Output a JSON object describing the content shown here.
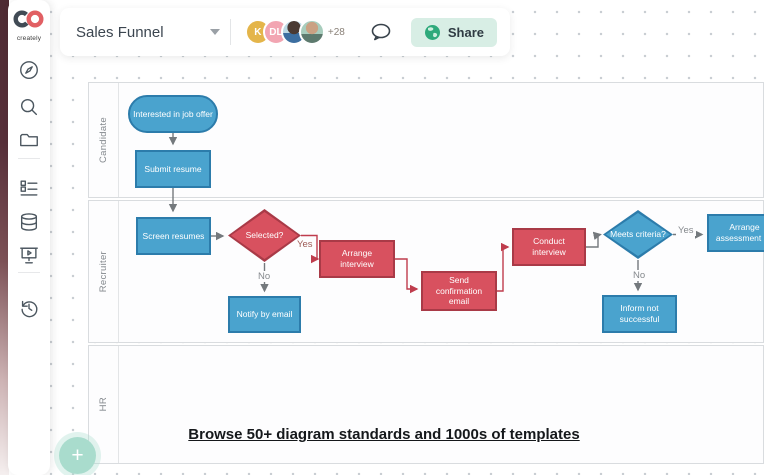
{
  "sidebar": {
    "logo_text": "creately",
    "icons": [
      {
        "name": "explore-compass-icon"
      },
      {
        "name": "search-icon"
      },
      {
        "name": "folder-icon"
      },
      {
        "name": "shapes-form-icon"
      },
      {
        "name": "database-icon"
      },
      {
        "name": "presentation-icon"
      },
      {
        "name": "history-icon"
      }
    ]
  },
  "toolbar": {
    "title": "Sales Funnel",
    "avatars": [
      {
        "initials": "K",
        "color": "#e4b54a"
      },
      {
        "initials": "DL",
        "color": "#f2a5b2"
      },
      {
        "initials": "",
        "type": "photo"
      },
      {
        "initials": "",
        "type": "photo"
      }
    ],
    "overflow_count": "+28",
    "share_label": "Share",
    "share_bg": "#d8eee5",
    "share_icon_color": "#2ea97b"
  },
  "diagram": {
    "lanes": [
      {
        "label": "Candidate"
      },
      {
        "label": "Recruiter"
      },
      {
        "label": "HR"
      }
    ],
    "nodes": [
      {
        "id": "start",
        "label": "Interested in job offer",
        "shape": "terminator",
        "theme": "blue"
      },
      {
        "id": "submit-resume",
        "label": "Submit resume",
        "shape": "process",
        "theme": "blue"
      },
      {
        "id": "screen-resumes",
        "label": "Screen resumes",
        "shape": "process",
        "theme": "blue"
      },
      {
        "id": "selected",
        "label": "Selected?",
        "shape": "decision",
        "theme": "red"
      },
      {
        "id": "arrange-interview",
        "label": "Arrange interview",
        "shape": "process",
        "theme": "red"
      },
      {
        "id": "notify-by-email",
        "label": "Notify by email",
        "shape": "process",
        "theme": "blue"
      },
      {
        "id": "send-confirmation-email",
        "label": "Send confirmation email",
        "shape": "process",
        "theme": "red"
      },
      {
        "id": "conduct-interview",
        "label": "Conduct interview",
        "shape": "process",
        "theme": "red"
      },
      {
        "id": "meets-criteria",
        "label": "Meets criteria?",
        "shape": "decision",
        "theme": "blue"
      },
      {
        "id": "arrange-assessment",
        "label": "Arrange assessment da",
        "shape": "process",
        "theme": "blue"
      },
      {
        "id": "inform-not-successful",
        "label": "Inform not successful",
        "shape": "process",
        "theme": "blue"
      }
    ],
    "edge_labels": [
      {
        "text": "Yes"
      },
      {
        "text": "No"
      },
      {
        "text": "Yes"
      },
      {
        "text": "No"
      }
    ],
    "colors": {
      "blue_fill": "#4aa3ce",
      "blue_border": "#2c7cab",
      "red_fill": "#d8515f",
      "red_border": "#a93a47",
      "connector_gray": "#74797d",
      "connector_red": "#bf3d4d"
    }
  },
  "footer": {
    "banner_text": "Browse 50+ diagram standards and 1000s of templates"
  },
  "fab": {
    "plus_label": "+"
  }
}
